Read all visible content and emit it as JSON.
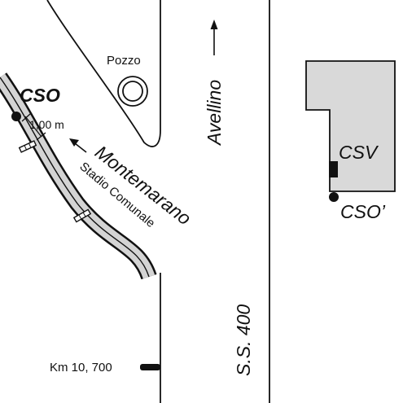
{
  "labels": {
    "pozzo": "Pozzo",
    "avellino": "Avellino",
    "cso": "CSO",
    "distance": "1,00 m",
    "montemarano": "Montemarano",
    "stadio": "Stadio Comunale",
    "csv": "CSV",
    "cso_prime": "CSO’",
    "road": "S.S. 400",
    "km": "Km 10, 700"
  },
  "colors": {
    "ink": "#111111",
    "building_fill": "#d9d9d9",
    "pipe_fill": "#d4d4d4",
    "background": "#ffffff"
  },
  "icons": {
    "well": "double-circle",
    "direction": "arrow",
    "marker": "filled-dot",
    "chamber": "filled-rect"
  }
}
